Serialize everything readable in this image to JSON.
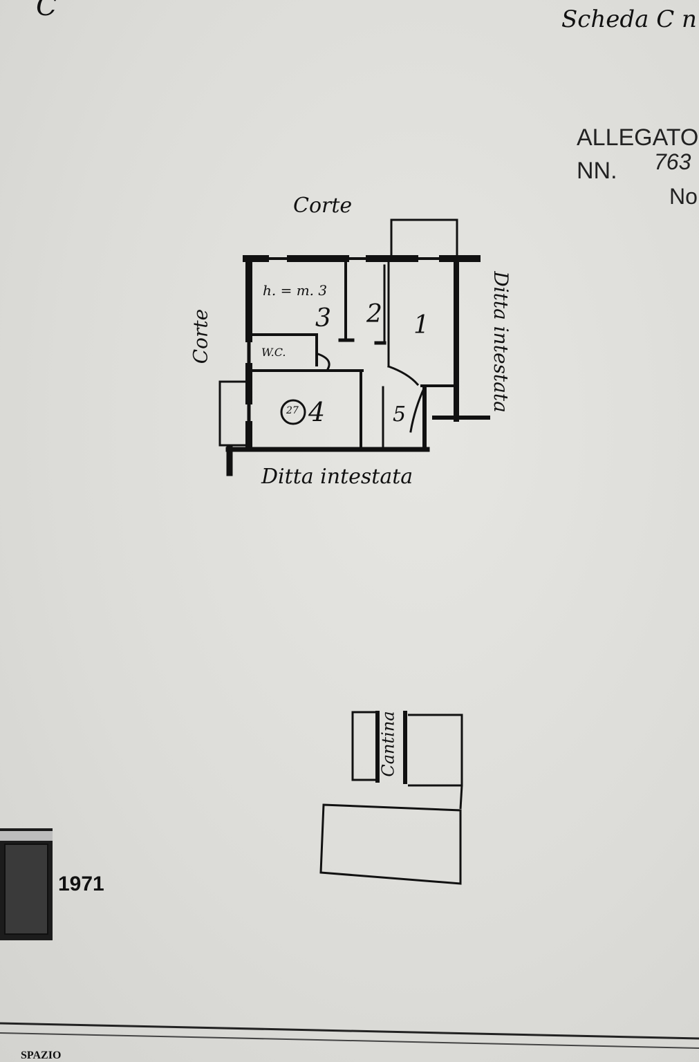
{
  "header": {
    "top_left_mark": "C",
    "scheda_label": "Scheda C n"
  },
  "annex": {
    "allegato": "ALLEGATO",
    "nn_label": "NN.",
    "nn_value": "763",
    "note": "No"
  },
  "plan": {
    "label_top": "Corte",
    "label_left": "Corte",
    "label_bottom": "Ditta intestata",
    "label_right": "Ditta intestata",
    "height_note": "h. = m. 3",
    "wc_label": "W.C.",
    "room_1": "1",
    "room_2": "2",
    "room_3": "3",
    "room_4": "4",
    "room_4_circled": "27",
    "room_5": "5"
  },
  "cellar": {
    "label": "Cantina"
  },
  "stamp": {
    "number": "1971"
  },
  "footer": {
    "text": "SPAZIO"
  }
}
